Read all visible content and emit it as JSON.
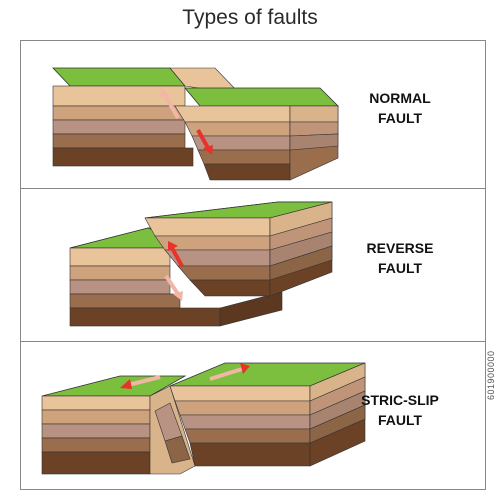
{
  "title": "Types of faults",
  "faults": [
    {
      "line1": "NORMAL",
      "line2": "FAULT"
    },
    {
      "line1": "REVERSE",
      "line2": "FAULT"
    },
    {
      "line1": "STRIC-SLIP",
      "line2": "FAULT"
    }
  ],
  "colors": {
    "grass": "#7cbf3e",
    "layer1": "#e9c39a",
    "layer2": "#cfa27e",
    "layer3": "#b89283",
    "layer4": "#9a6e4c",
    "layer5": "#6b4225",
    "arrow": "#e8322a"
  },
  "watermark_id": "601900000"
}
